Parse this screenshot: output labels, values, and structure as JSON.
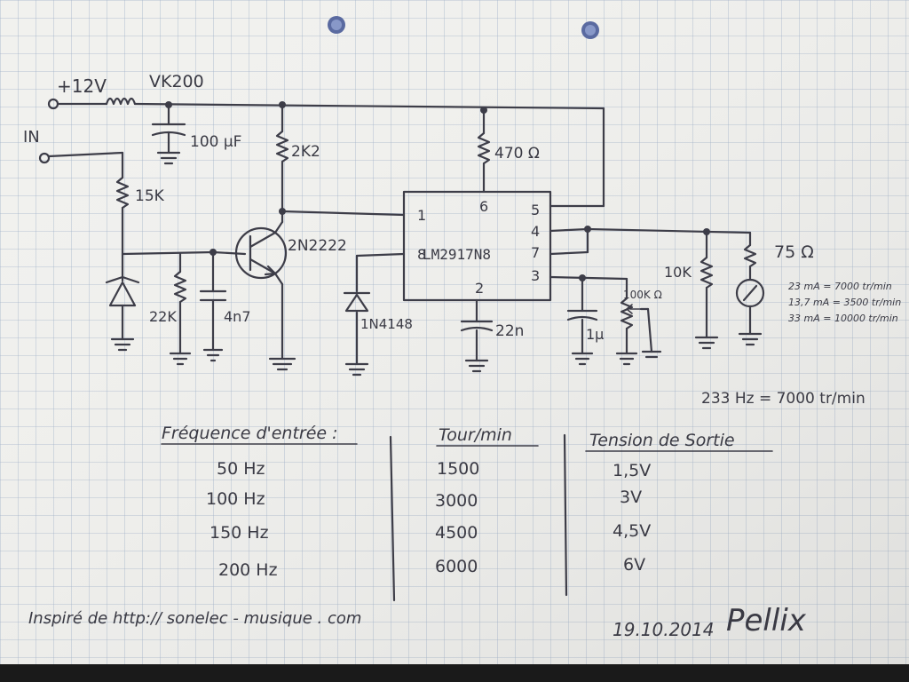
{
  "schematic": {
    "supply": "+12V",
    "regulator": "VK200",
    "input": "IN",
    "cap_supply": "100 µF",
    "r_collector": "2K2",
    "r_input": "15K",
    "transistor": "2N2222",
    "r_base": "22K",
    "cap_base": "4n7",
    "diode": "1N4148",
    "ic_name": "LM2917N8",
    "pins": {
      "p1": "1",
      "p2": "2",
      "p3": "3",
      "p4": "4",
      "p5": "5",
      "p6": "6",
      "p7": "7",
      "p8": "8"
    },
    "r_pin6": "470 Ω",
    "cap_pin2": "22n",
    "cap_pin3": "1µ",
    "pot": "100K Ω",
    "r_load": "10K",
    "r_meter": "75 Ω",
    "meter_notes": [
      "23 mA = 7000 tr/min",
      "13,7 mA = 3500 tr/min",
      "33 mA = 10000 tr/min"
    ],
    "calibration": "233 Hz = 7000 tr/min"
  },
  "table": {
    "headers": [
      "Fréquence d'entrée :",
      "Tour/min",
      "Tension de Sortie"
    ],
    "rows": [
      [
        "50 Hz",
        "1500",
        "1,5V"
      ],
      [
        "100 Hz",
        "3000",
        "3V"
      ],
      [
        "150 Hz",
        "4500",
        "4,5V"
      ],
      [
        "200 Hz",
        "6000",
        "6V"
      ]
    ]
  },
  "footer": {
    "source": "Inspiré de http:// sonelec - musique . com",
    "date": "19.10.2014",
    "signature": "Pellix"
  }
}
